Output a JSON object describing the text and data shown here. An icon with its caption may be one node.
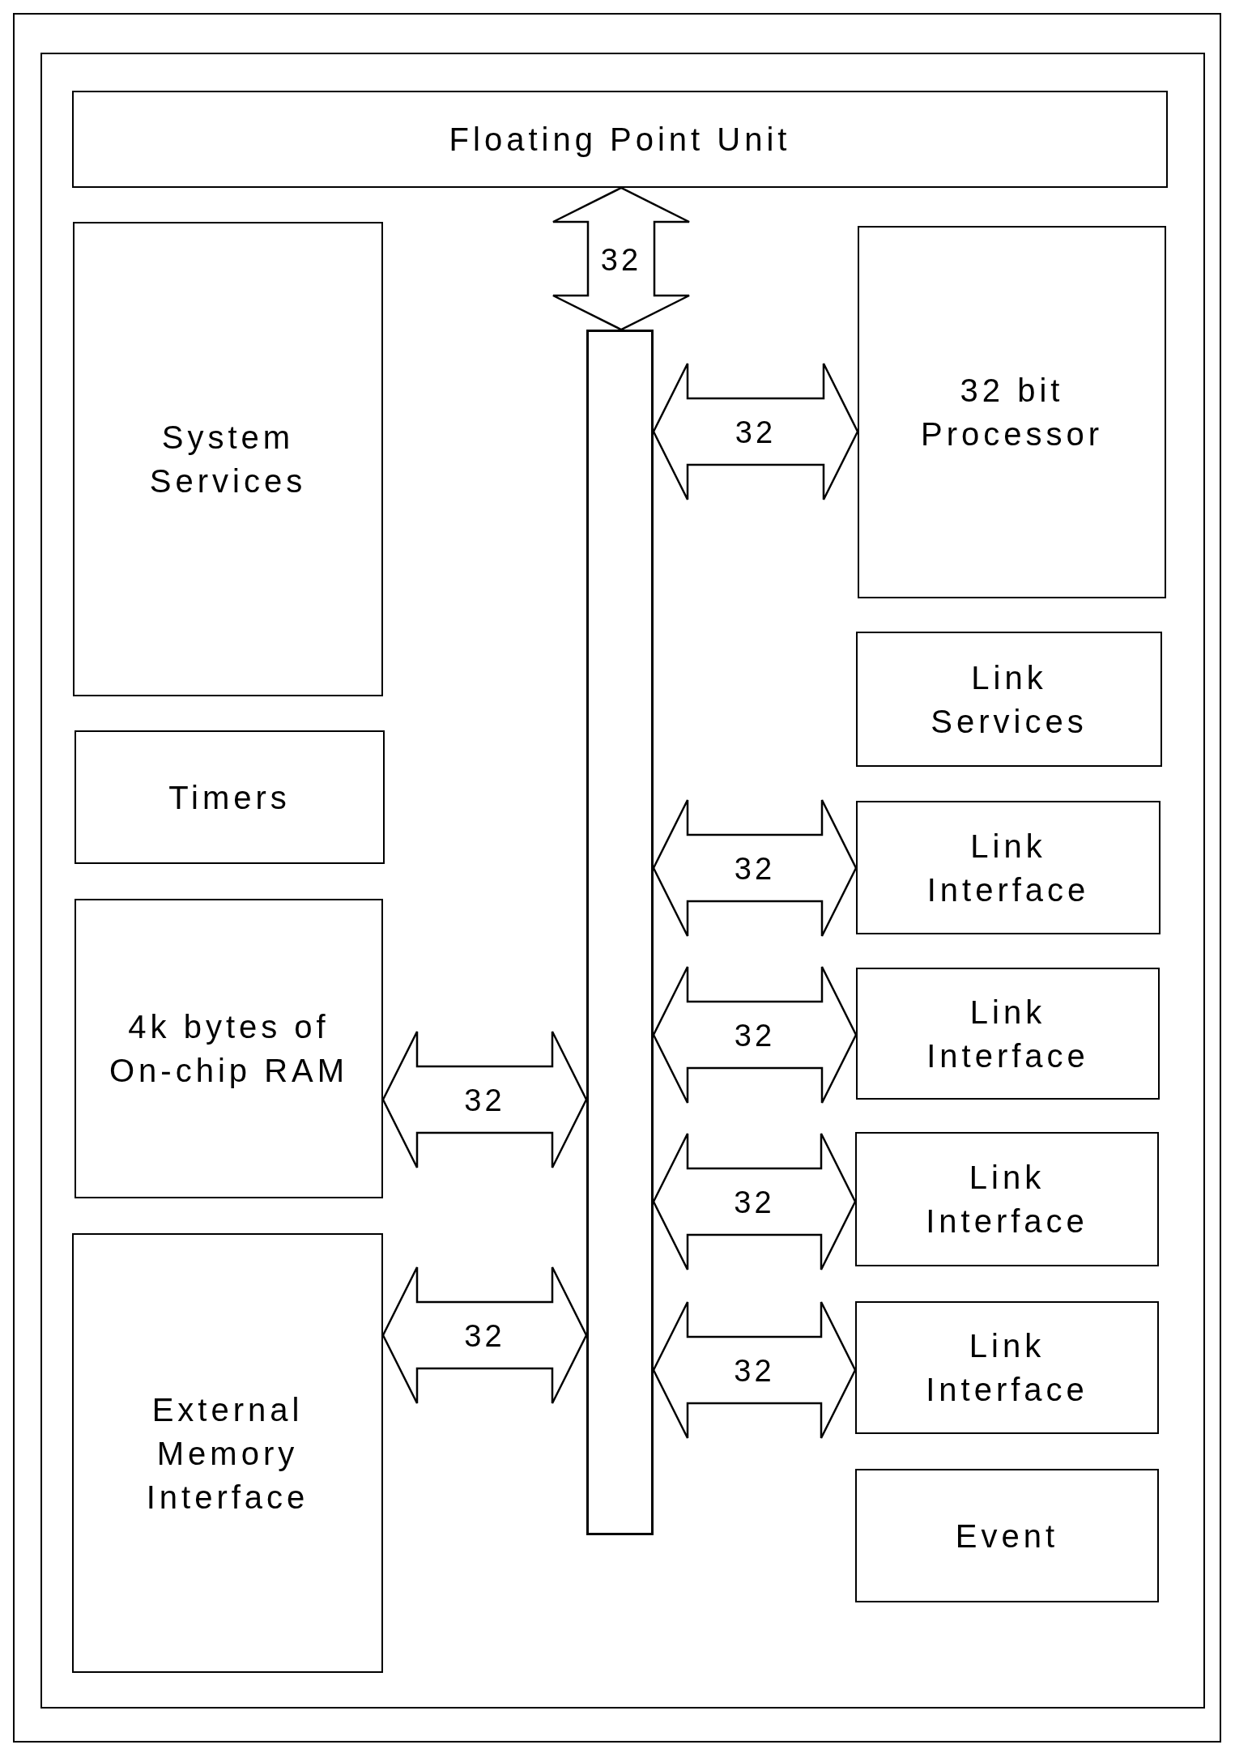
{
  "diagram": {
    "nodes": [
      {
        "text": [],
        "shape": "box"
      },
      {
        "text": [
          "Floating Point Unit"
        ],
        "in": 0
      },
      {
        "text": [
          "System Services"
        ],
        "in": 0
      },
      {
        "text": [],
        "shape": "bar",
        "in": 0
      },
      {
        "text": [
          "32 bit Processor"
        ],
        "in": 0
      },
      {
        "text": [
          "Timers"
        ],
        "in": 0
      },
      {
        "text": [
          "Link Services"
        ],
        "in": 0
      },
      {
        "text": [
          "Link Interface"
        ],
        "in": 0
      },
      {
        "text": [
          "4k bytes of On-chip RAM"
        ],
        "in": 0
      },
      {
        "text": [
          "Link Interface"
        ],
        "in": 0
      },
      {
        "text": [
          "Link Interface"
        ],
        "in": 0
      },
      {
        "text": [
          "External Memory Interface"
        ],
        "in": 0
      },
      {
        "text": [
          "Link Interface"
        ],
        "in": 0
      },
      {
        "text": [
          "Event"
        ],
        "in": 0
      }
    ],
    "edges": [
      {
        "from": 1,
        "to": 3,
        "arrow": "both",
        "label": "32"
      },
      {
        "from": 3,
        "to": 4,
        "arrow": "both",
        "label": "32"
      },
      {
        "from": 3,
        "to": 7,
        "arrow": "both",
        "label": "32"
      },
      {
        "from": 8,
        "to": 3,
        "arrow": "both",
        "label": "32"
      },
      {
        "from": 3,
        "to": 9,
        "arrow": "both",
        "label": "32"
      },
      {
        "from": 3,
        "to": 10,
        "arrow": "both",
        "label": "32"
      },
      {
        "from": 11,
        "to": 3,
        "arrow": "both",
        "label": "32"
      },
      {
        "from": 3,
        "to": 12,
        "arrow": "both",
        "label": "32"
      }
    ]
  }
}
